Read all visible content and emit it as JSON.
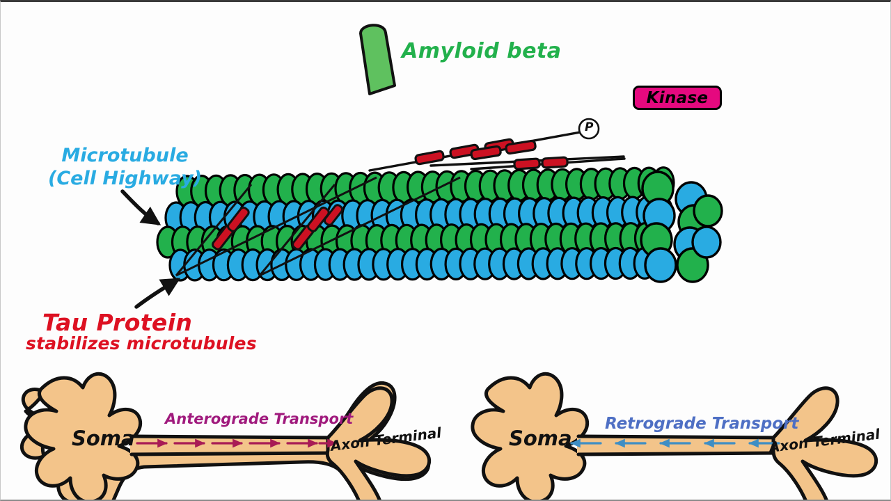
{
  "diagram": {
    "title_unseen": "",
    "background_color": "#fdfdfd"
  },
  "labels": {
    "amyloid_beta": "Amyloid beta",
    "kinase": "Kinase",
    "microtubule_line1": "Microtubule",
    "microtubule_line2": "(Cell Highway)",
    "tau_protein_main": "Tau Protein",
    "tau_protein_sub": "stabilizes microtubules",
    "phosphate": "P",
    "soma_left": "Soma",
    "soma_right": "Soma",
    "axon_terminal_left": "Axon Terminal",
    "axon_terminal_right": "Axon Terminal",
    "anterograde": "Anterograde Transport",
    "retrograde": "Retrograde Transport"
  },
  "colors": {
    "amyloid_green": "#22b14c",
    "kinase_pink": "#e5097f",
    "microtubule_cyan": "#29abe2",
    "tubulin_green": "#22b14c",
    "tubulin_blue": "#29abe2",
    "tau_red": "#cc1122",
    "neuron_tan": "#f3c48a",
    "anterograde_magenta": "#a01a7d",
    "retrograde_blue": "#4e86c4",
    "outline_black": "#000000",
    "text_red": "#dd1122"
  },
  "structures": {
    "amyloid_beta_shape": "rounded-capsule-tilted",
    "microtubule_rows": 4,
    "microtubule_row_colors": [
      "green",
      "blue",
      "green",
      "blue"
    ],
    "microtubule_subunits_per_row": 34,
    "tau_strands_free": 2,
    "tau_strand_upper_segments": 6,
    "tau_strand_lower_segments": 3,
    "tau_crosslinks_on_microtubule": 2,
    "phosphate_marker": "circled-P",
    "neurons": 2,
    "anterograde_arrow_count": 6,
    "retrograde_arrow_count": 5
  }
}
